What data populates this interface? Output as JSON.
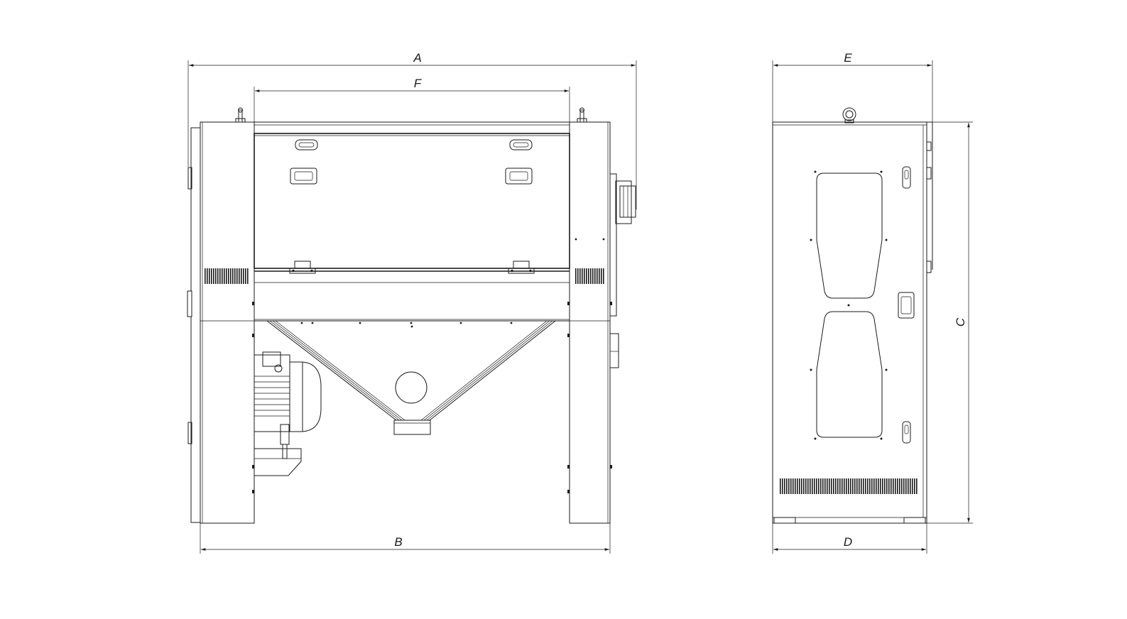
{
  "drawing": {
    "dimensions": {
      "A": "A",
      "B": "B",
      "C": "C",
      "D": "D",
      "E": "E",
      "F": "F"
    },
    "line_color": "#1a1a1a",
    "background": "#ffffff"
  }
}
